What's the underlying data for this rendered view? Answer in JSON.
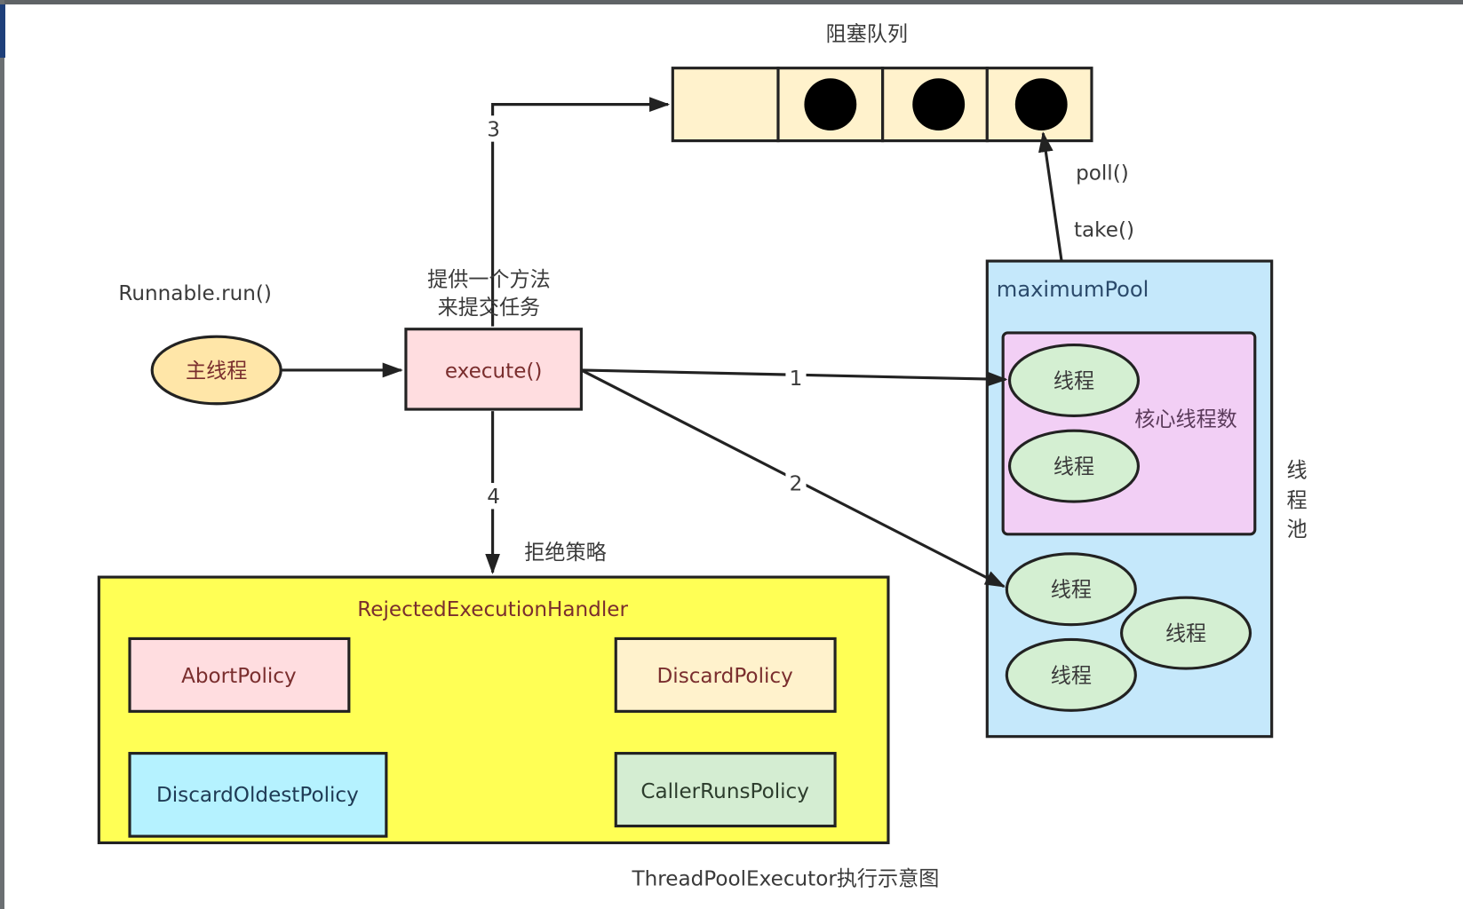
{
  "diagram": {
    "caption": "ThreadPoolExecutor执行示意图",
    "queue": {
      "title": "阻塞队列",
      "slots_filled": [
        false,
        true,
        true,
        true
      ],
      "fill": "#fff2cc"
    },
    "main_thread": {
      "label": "主线程",
      "caption": "Runnable.run()",
      "fill": "#ffe6a8"
    },
    "execute": {
      "label": "execute()",
      "note_line1": "提供一个方法",
      "note_line2": "来提交任务",
      "fill": "#ffdde0"
    },
    "edges": {
      "e1": "1",
      "e2": "2",
      "e3": "3",
      "e4": "4"
    },
    "poll_label": "poll()",
    "take_label": "take()",
    "reject_label": "拒绝策略",
    "pool": {
      "title": "maximumPool",
      "side_label_1": "线",
      "side_label_2": "程",
      "side_label_3": "池",
      "core_label": "核心线程数",
      "fill": "#c5e8fb",
      "core_fill": "#f2cff5",
      "threads": [
        "线程",
        "线程",
        "线程",
        "线程",
        "线程"
      ],
      "thread_fill": "#d4efd2"
    },
    "handler": {
      "title": "RejectedExecutionHandler",
      "fill": "#ffff55",
      "policies": [
        {
          "label": "AbortPolicy",
          "fill": "#ffdde0"
        },
        {
          "label": "DiscardPolicy",
          "fill": "#fff2cc"
        },
        {
          "label": "DiscardOldestPolicy",
          "fill": "#b5f2ff"
        },
        {
          "label": "CallerRunsPolicy",
          "fill": "#d4edd2"
        }
      ]
    }
  }
}
